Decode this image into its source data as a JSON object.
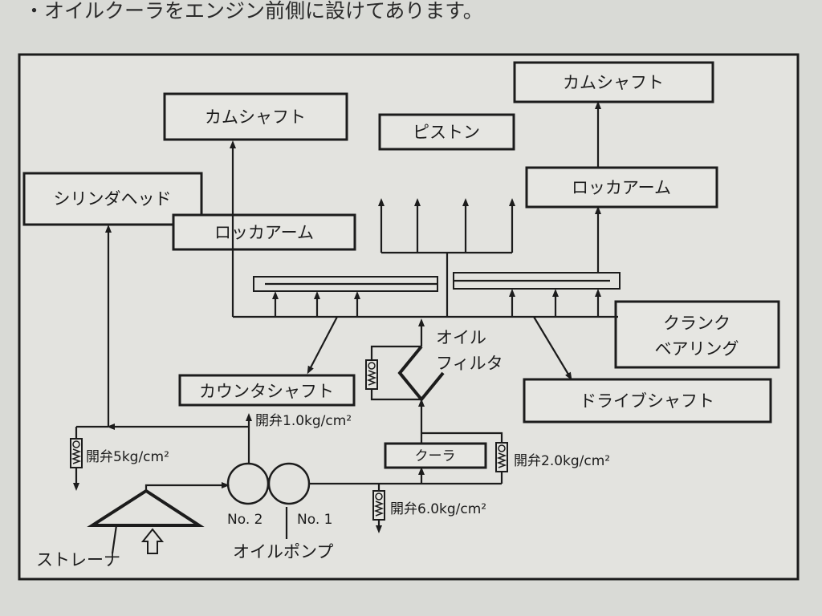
{
  "header_lines": [
    "・オイルクーラをエンジン前側に設けてあります。"
  ],
  "boxes": {
    "camshaft_left": "カムシャフト",
    "piston": "ピストン",
    "camshaft_right": "カムシャフト",
    "cylinder_head": "シリンダヘッド",
    "rocker_arm_left": "ロッカアーム",
    "rocker_arm_right": "ロッカアーム",
    "crank_bearing_1": "クランク",
    "crank_bearing_2": "ベアリング",
    "counter_shaft": "カウンタシャフト",
    "drive_shaft": "ドライブシャフト",
    "cooler": "クーラ"
  },
  "labels": {
    "oil_filter_1": "オイル",
    "oil_filter_2": "フィルタ",
    "valve_1_0": "開弁1.0kg/cm²",
    "valve_5": "開弁5kg/cm²",
    "valve_2_0": "開弁2.0kg/cm²",
    "valve_6_0": "開弁6.0kg/cm²",
    "pump_no2": "No. 2",
    "pump_no1": "No. 1",
    "oil_pump": "オイルポンプ",
    "strainer": "ストレーナ"
  }
}
